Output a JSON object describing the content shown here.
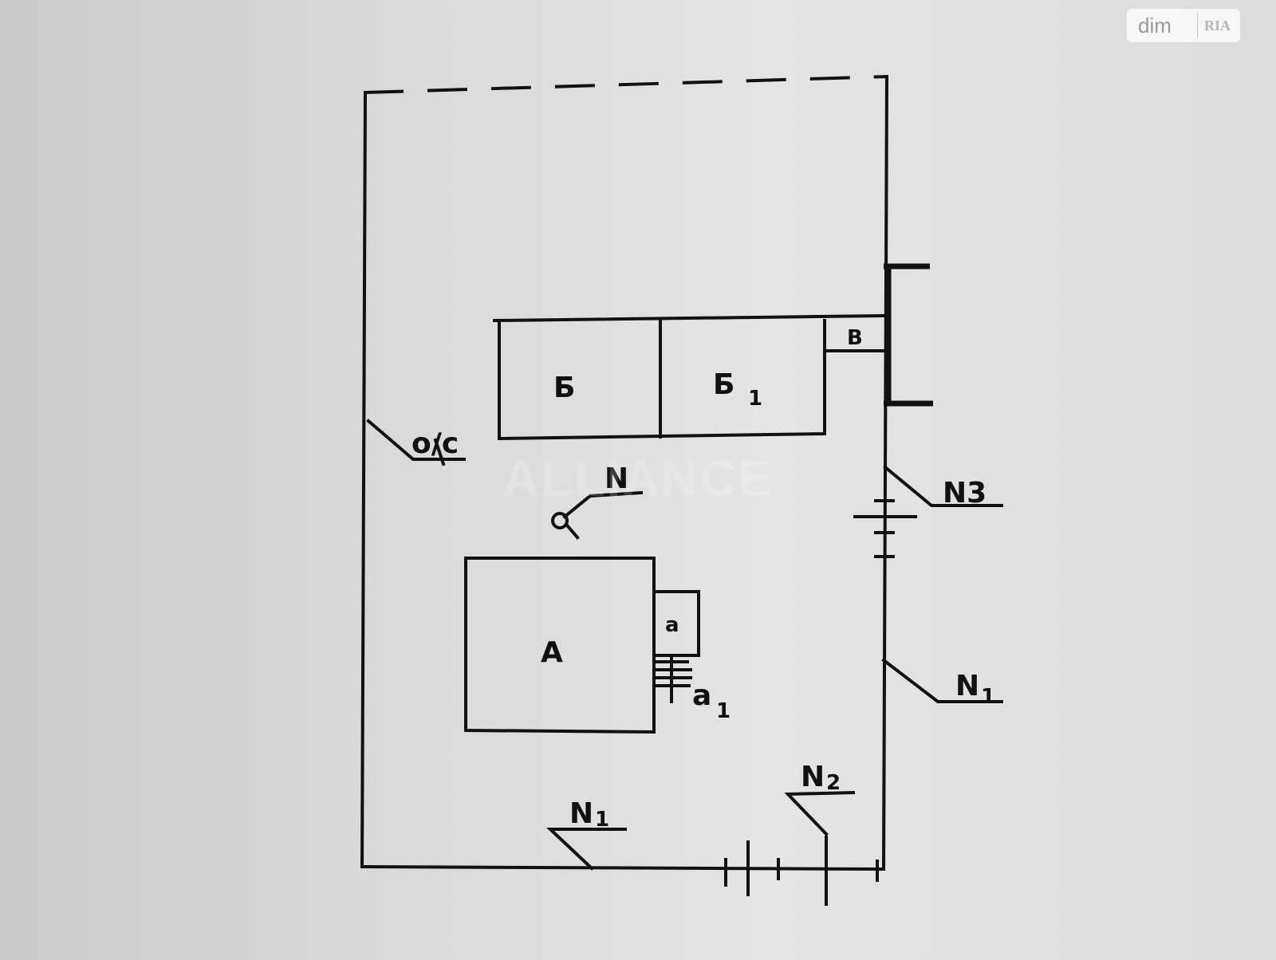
{
  "badge": {
    "brand": "dim",
    "logo": "RIA"
  },
  "watermark": "ALLIANCE",
  "buildings": {
    "house": "А",
    "annex": "а",
    "porch": "а",
    "porch_sub": "1",
    "barn": "Б",
    "barn_ext": "Б",
    "barn_ext_sub": "1",
    "shed": "В"
  },
  "labels": {
    "cesspool": "о/с",
    "well": "N",
    "fence_n1_right": "N",
    "fence_n1_right_sub": "1",
    "fence_n3": "N3",
    "fence_n1_bottom": "N",
    "fence_n1_bottom_sub": "1",
    "fence_n2": "N",
    "fence_n2_sub": "2"
  }
}
